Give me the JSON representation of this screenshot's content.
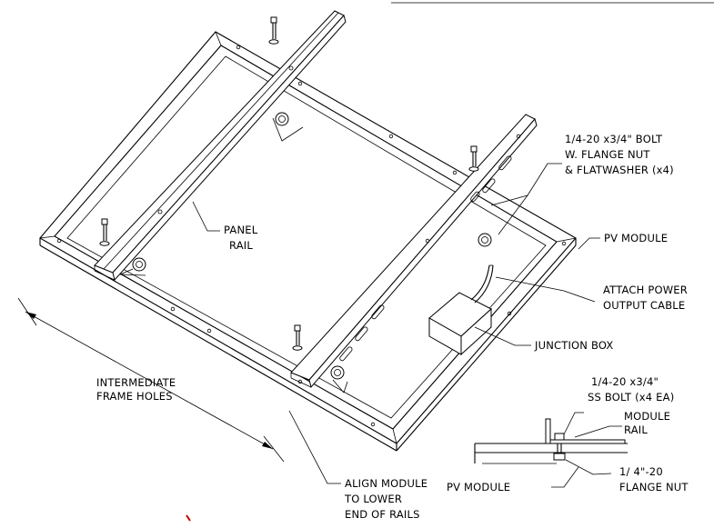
{
  "labels": {
    "bolt_line1": "1/4-20 x3/4\" BOLT",
    "bolt_line2": "W. FLANGE NUT",
    "bolt_line3": "& FLATWASHER (x4)",
    "pv_module": "PV MODULE",
    "panel_rail_line1": "PANEL",
    "panel_rail_line2": "RAIL",
    "attach_line1": "ATTACH POWER",
    "attach_line2": "OUTPUT CABLE",
    "junction_box": "JUNCTION BOX",
    "intermediate_line1": "INTERMEDIATE",
    "intermediate_line2": "FRAME HOLES",
    "ss_bolt_line1": "1/4-20 x3/4\"",
    "ss_bolt_line2": "SS BOLT (x4 EA)",
    "module_rail_line1": "MODULE",
    "module_rail_line2": "RAIL",
    "detail_pv_module": "PV MODULE",
    "flange_line1": "1/ 4\"-20",
    "flange_line2": "FLANGE NUT",
    "align_line1": "ALIGN MODULE",
    "align_line2": "TO LOWER",
    "align_line3": "END OF RAILS"
  }
}
